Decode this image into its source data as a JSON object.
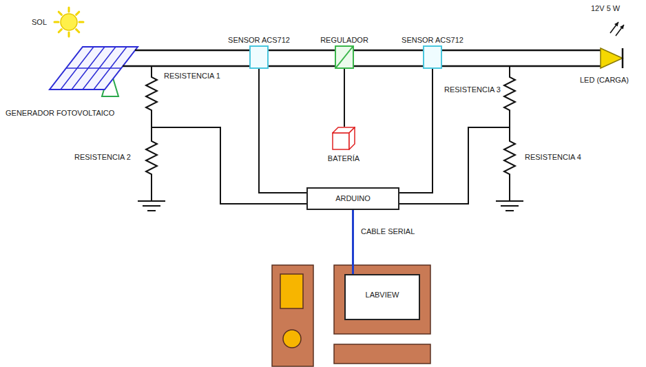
{
  "diagram": {
    "nodes": [
      {
        "text": [
          "SENSOR ACS712"
        ]
      },
      {
        "text": [
          "REGULADOR"
        ]
      },
      {
        "text": [
          "SENSOR ACS712"
        ]
      },
      {
        "text": [
          "BATERÍA"
        ]
      },
      {
        "text": [
          "ARDUINO"
        ]
      },
      {
        "text": [
          "LABVIEW"
        ]
      }
    ],
    "edges": [
      {
        "from": 0,
        "to": 1,
        "arrow": "none"
      },
      {
        "from": 1,
        "to": 2,
        "arrow": "none"
      },
      {
        "from": 1,
        "to": 3,
        "arrow": "none"
      },
      {
        "from": 0,
        "to": 4,
        "arrow": "none"
      },
      {
        "from": 2,
        "to": 4,
        "arrow": "none"
      },
      {
        "from": 4,
        "to": 5,
        "label": "CABLE SERIAL",
        "arrow": "none"
      }
    ],
    "labels": [
      "SOL",
      "GENERADOR FOTOVOLTAICO",
      "RESISTENCIA 1",
      "RESISTENCIA 2",
      "RESISTENCIA 3",
      "RESISTENCIA 4",
      "12V 5 W",
      "LED (CARGA)"
    ]
  }
}
